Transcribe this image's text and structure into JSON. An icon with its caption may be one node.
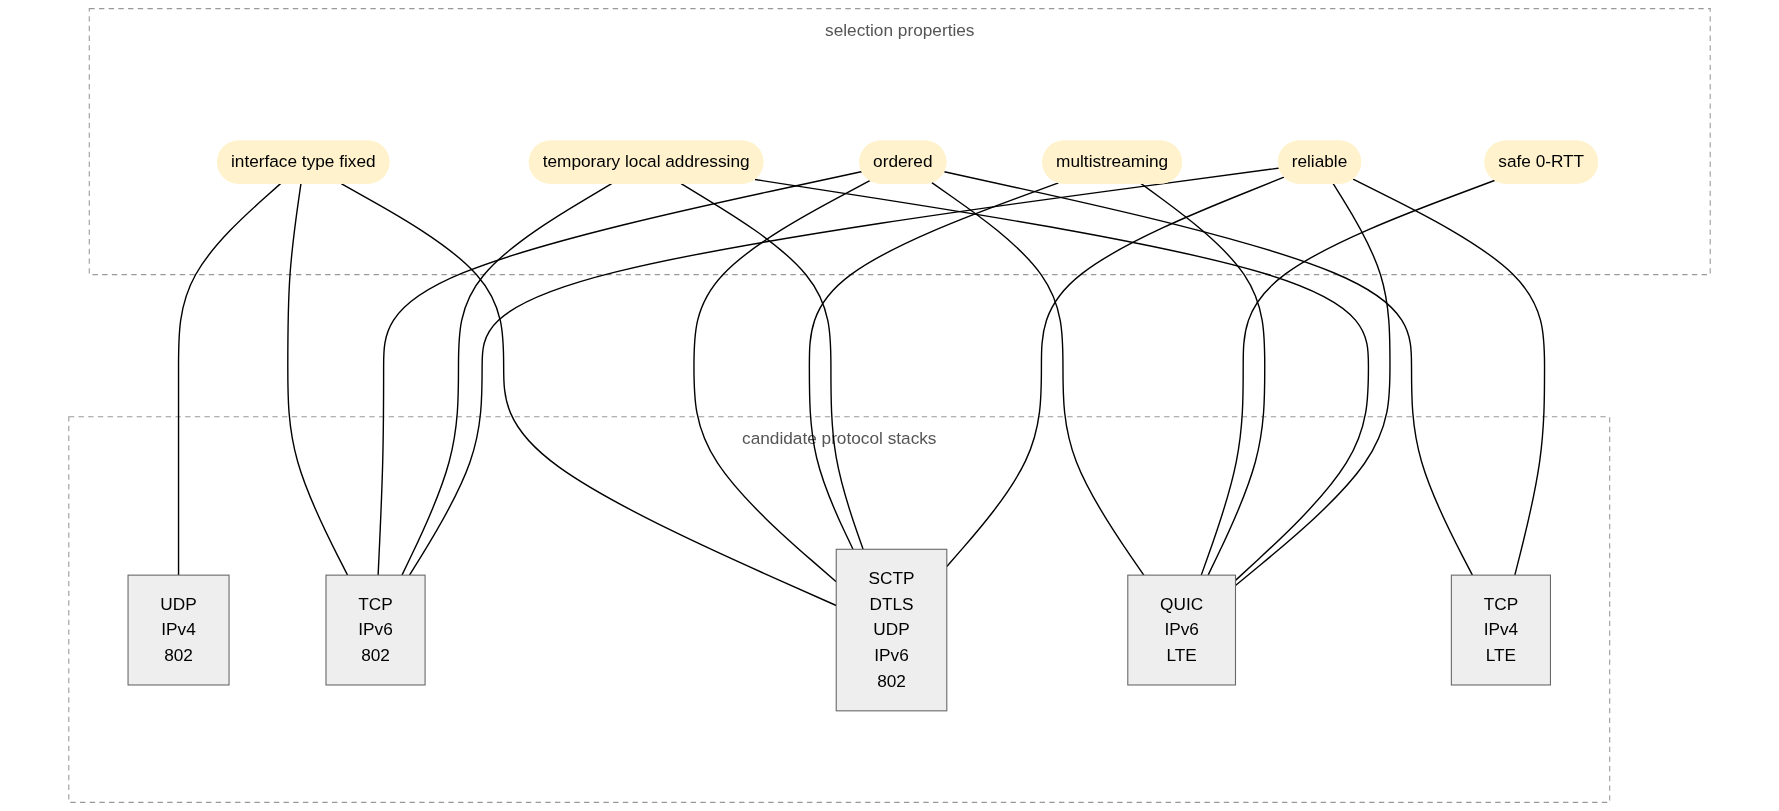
{
  "diagram": {
    "nodes": [
      {
        "text": [
          "selection properties"
        ]
      },
      {
        "text": [
          "interface type fixed"
        ],
        "in": 0
      },
      {
        "text": [
          "ordered"
        ],
        "in": 0
      },
      {
        "text": [
          "safe 0-RTT"
        ],
        "in": 0
      },
      {
        "text": [
          "multistreaming"
        ],
        "in": 0
      },
      {
        "text": [
          "temporary local addressing"
        ],
        "in": 0
      },
      {
        "text": [
          "reliable"
        ],
        "in": 0
      },
      {
        "text": [
          "candidate protocol stacks"
        ]
      },
      {
        "text": [
          "UDP",
          "IPv4",
          "802"
        ],
        "in": 7
      },
      {
        "text": [
          "TCP",
          "IPv6",
          "802"
        ],
        "in": 7
      },
      {
        "text": [
          "SCTP",
          "DTLS",
          "UDP",
          "IPv6",
          "802"
        ],
        "in": 7
      },
      {
        "text": [
          "QUIC",
          "IPv6",
          "LTE"
        ],
        "in": 7
      },
      {
        "text": [
          "TCP",
          "IPv4",
          "LTE"
        ],
        "in": 7
      }
    ],
    "edges": [
      {
        "from": 1,
        "to": 8,
        "arrow": "none"
      },
      {
        "from": 1,
        "to": 9,
        "arrow": "none"
      },
      {
        "from": 1,
        "to": 10,
        "arrow": "none"
      },
      {
        "from": 2,
        "to": 9,
        "arrow": "none"
      },
      {
        "from": 2,
        "to": 10,
        "arrow": "none"
      },
      {
        "from": 2,
        "to": 11,
        "arrow": "none"
      },
      {
        "from": 2,
        "to": 12,
        "arrow": "none"
      },
      {
        "from": 3,
        "to": 11,
        "arrow": "none"
      },
      {
        "from": 4,
        "to": 10,
        "arrow": "none"
      },
      {
        "from": 4,
        "to": 11,
        "arrow": "none"
      },
      {
        "from": 5,
        "to": 9,
        "arrow": "none"
      },
      {
        "from": 5,
        "to": 10,
        "arrow": "none"
      },
      {
        "from": 5,
        "to": 11,
        "arrow": "none"
      },
      {
        "from": 6,
        "to": 9,
        "arrow": "none"
      },
      {
        "from": 6,
        "to": 10,
        "arrow": "none"
      },
      {
        "from": 6,
        "to": 11,
        "arrow": "none"
      },
      {
        "from": 6,
        "to": 12,
        "arrow": "none"
      }
    ]
  }
}
